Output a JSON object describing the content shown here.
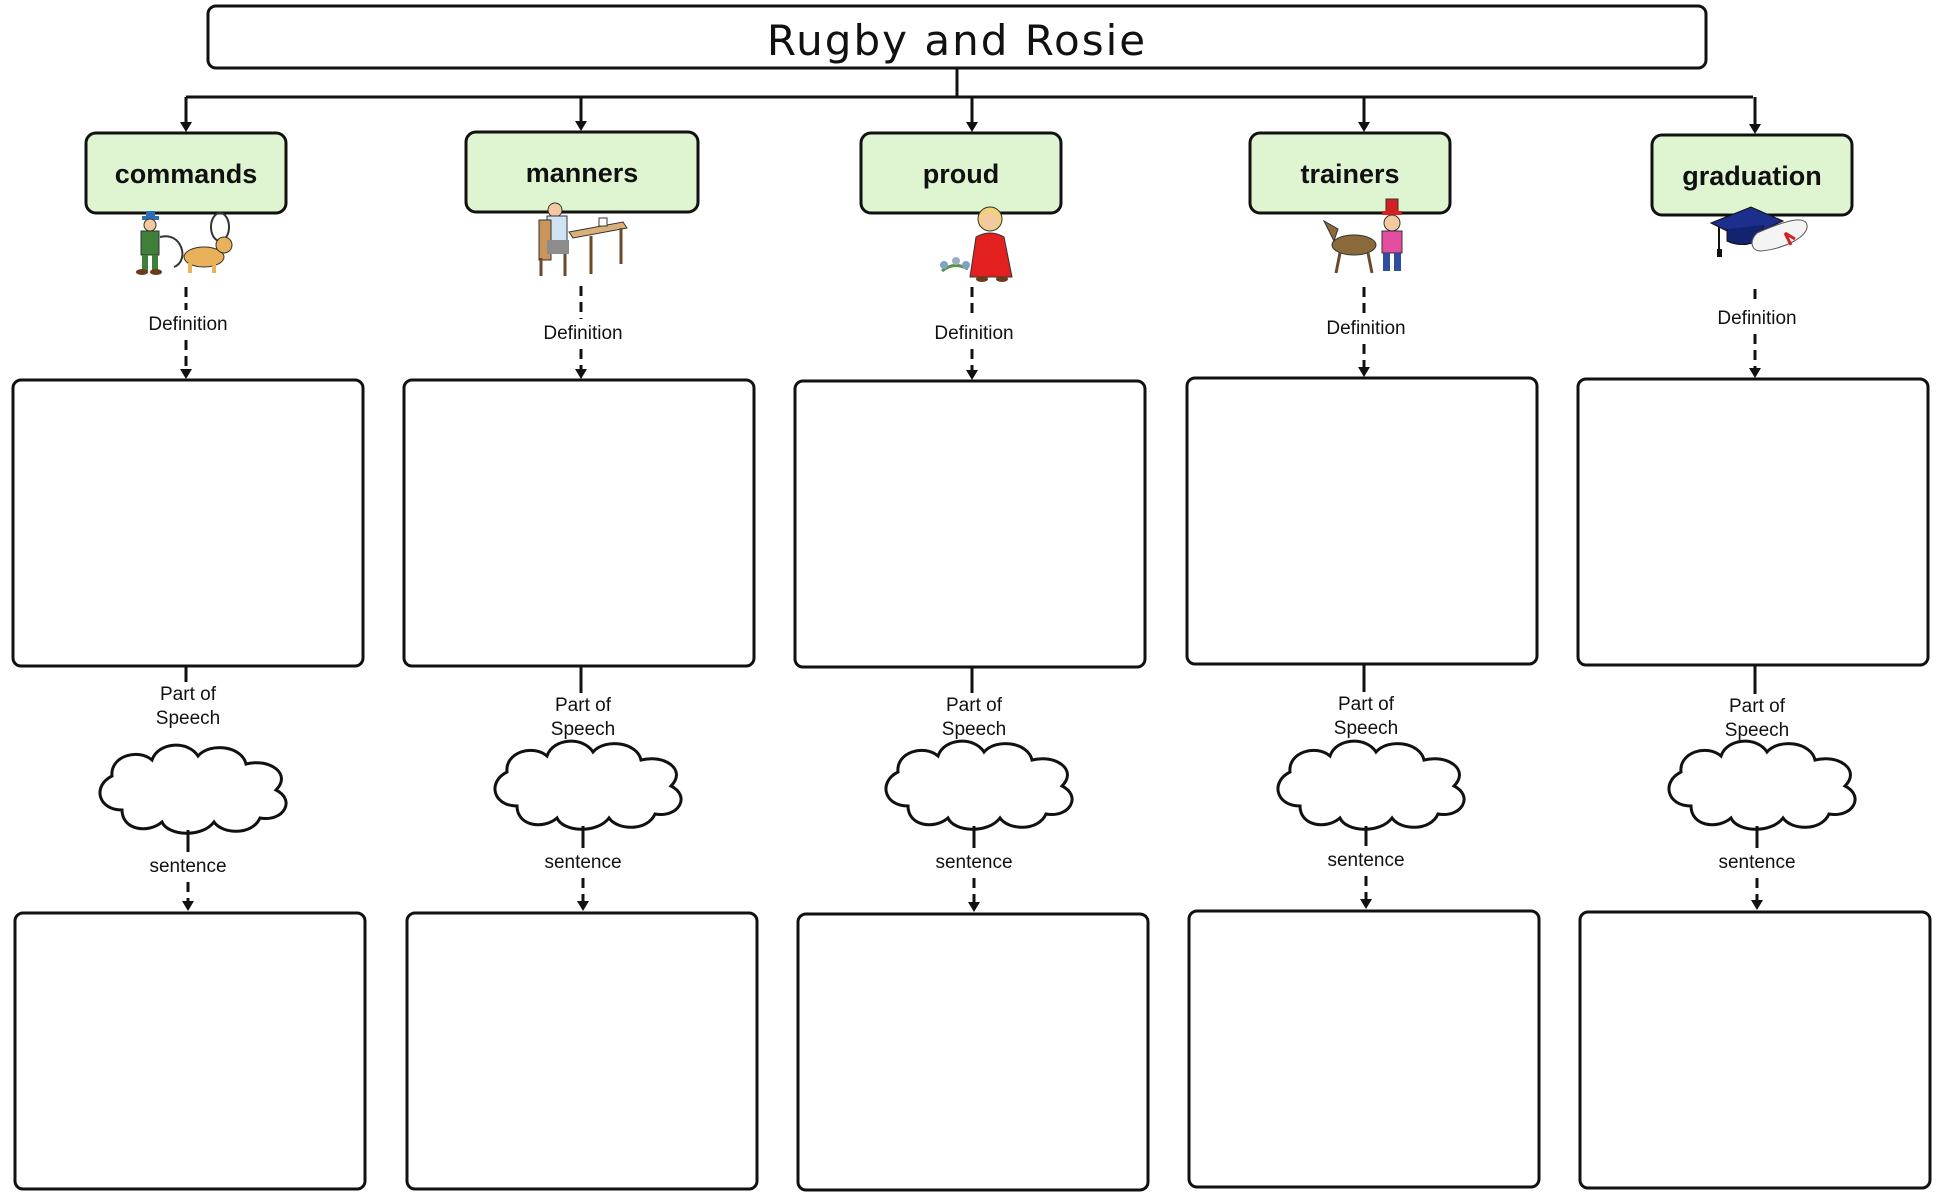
{
  "title": "Rugby and Rosie",
  "colors": {
    "word_box_fill": "#dff5d2",
    "outline": "#111111",
    "background": "#ffffff"
  },
  "words": [
    {
      "word": "commands",
      "picture_icon": "clown-with-dog-icon",
      "definition_label": "Definition",
      "definition_box": "",
      "part_of_speech_label": [
        "Part of",
        "Speech"
      ],
      "part_of_speech_value": "",
      "sentence_label": "sentence",
      "sentence_box": ""
    },
    {
      "word": "manners",
      "picture_icon": "man-at-table-icon",
      "definition_label": "Definition",
      "definition_box": "",
      "part_of_speech_label": [
        "Part of",
        "Speech"
      ],
      "part_of_speech_value": "",
      "sentence_label": "sentence",
      "sentence_box": ""
    },
    {
      "word": "proud",
      "picture_icon": "woman-with-flowers-icon",
      "definition_label": "Definition",
      "definition_box": "",
      "part_of_speech_label": [
        "Part of",
        "Speech"
      ],
      "part_of_speech_value": "",
      "sentence_label": "sentence",
      "sentence_box": ""
    },
    {
      "word": "trainers",
      "picture_icon": "trainer-with-dog-icon",
      "definition_label": "Definition",
      "definition_box": "",
      "part_of_speech_label": [
        "Part of",
        "Speech"
      ],
      "part_of_speech_value": "",
      "sentence_label": "sentence",
      "sentence_box": ""
    },
    {
      "word": "graduation",
      "picture_icon": "graduation-cap-diploma-icon",
      "definition_label": "Definition",
      "definition_box": "",
      "part_of_speech_label": [
        "Part of",
        "Speech"
      ],
      "part_of_speech_value": "",
      "sentence_label": "sentence",
      "sentence_box": ""
    }
  ]
}
